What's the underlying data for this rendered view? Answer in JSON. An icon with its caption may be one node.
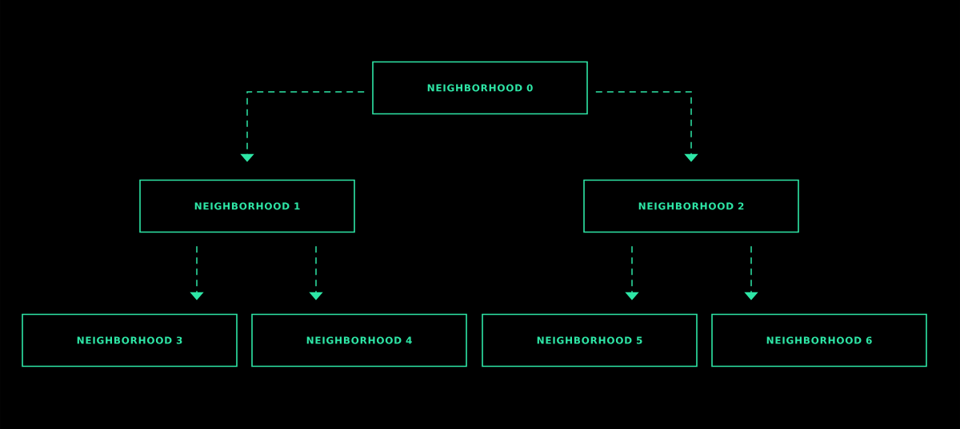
{
  "diagram": {
    "nodes": [
      {
        "text": [
          "NEIGHBORHOOD 0"
        ]
      },
      {
        "text": [
          "NEIGHBORHOOD 1"
        ]
      },
      {
        "text": [
          "NEIGHBORHOOD 2"
        ]
      },
      {
        "text": [
          "NEIGHBORHOOD 3"
        ]
      },
      {
        "text": [
          "NEIGHBORHOOD 4"
        ]
      },
      {
        "text": [
          "NEIGHBORHOOD 5"
        ]
      },
      {
        "text": [
          "NEIGHBORHOOD 6"
        ]
      }
    ],
    "edges": [
      {
        "from": 0,
        "to": 1,
        "arrow": "to",
        "style": "dashed"
      },
      {
        "from": 0,
        "to": 2,
        "arrow": "to",
        "style": "dashed"
      },
      {
        "from": 1,
        "to": 3,
        "arrow": "to",
        "style": "dashed"
      },
      {
        "from": 1,
        "to": 4,
        "arrow": "to",
        "style": "dashed"
      },
      {
        "from": 2,
        "to": 5,
        "arrow": "to",
        "style": "dashed"
      },
      {
        "from": 2,
        "to": 6,
        "arrow": "to",
        "style": "dashed"
      }
    ]
  }
}
